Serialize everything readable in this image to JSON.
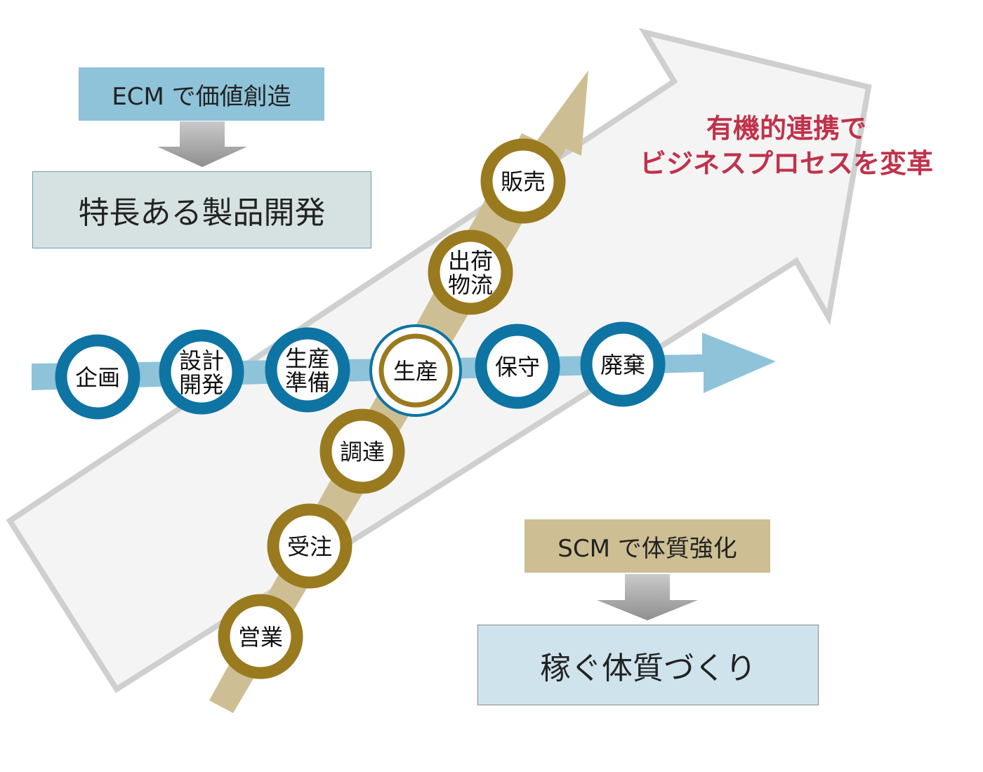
{
  "ecm": {
    "label": "ECM で価値創造",
    "result": "特長ある製品開発"
  },
  "scm": {
    "label": "SCM で体質強化",
    "result": "稼ぐ体質づくり"
  },
  "headline": {
    "line1": "有機的連携で",
    "line2": "ビジネスプロセスを変革"
  },
  "engineering_chain": [
    {
      "id": "kikaku",
      "lines": [
        "企画"
      ]
    },
    {
      "id": "sekkei",
      "lines": [
        "設計",
        "開発"
      ]
    },
    {
      "id": "seisan-junbi",
      "lines": [
        "生産",
        "準備"
      ]
    },
    {
      "id": "hoshu",
      "lines": [
        "保守"
      ]
    },
    {
      "id": "haiki",
      "lines": [
        "廃棄"
      ]
    }
  ],
  "center_node": {
    "id": "seisan",
    "lines": [
      "生産"
    ]
  },
  "supply_chain": [
    {
      "id": "eigyo",
      "lines": [
        "営業"
      ]
    },
    {
      "id": "juchu",
      "lines": [
        "受注"
      ]
    },
    {
      "id": "chotatsu",
      "lines": [
        "調達"
      ]
    },
    {
      "id": "shukka",
      "lines": [
        "出荷",
        "物流"
      ]
    },
    {
      "id": "hanbai",
      "lines": [
        "販売"
      ]
    }
  ],
  "colors": {
    "engineering_ring": "#0e74a3",
    "engineering_arrow": "#8ec3d9",
    "supply_ring": "#9a7a1e",
    "supply_arrow": "#cdbf93",
    "big_arrow_fill": "#f4f4f4",
    "big_arrow_stroke": "#cfcfcf",
    "headline": "#c0324b",
    "down_arrow": "#9a9a9a"
  },
  "icons": {
    "big_arrow": "diagonal-arrow",
    "down_arrow": "down-arrow-icon"
  }
}
